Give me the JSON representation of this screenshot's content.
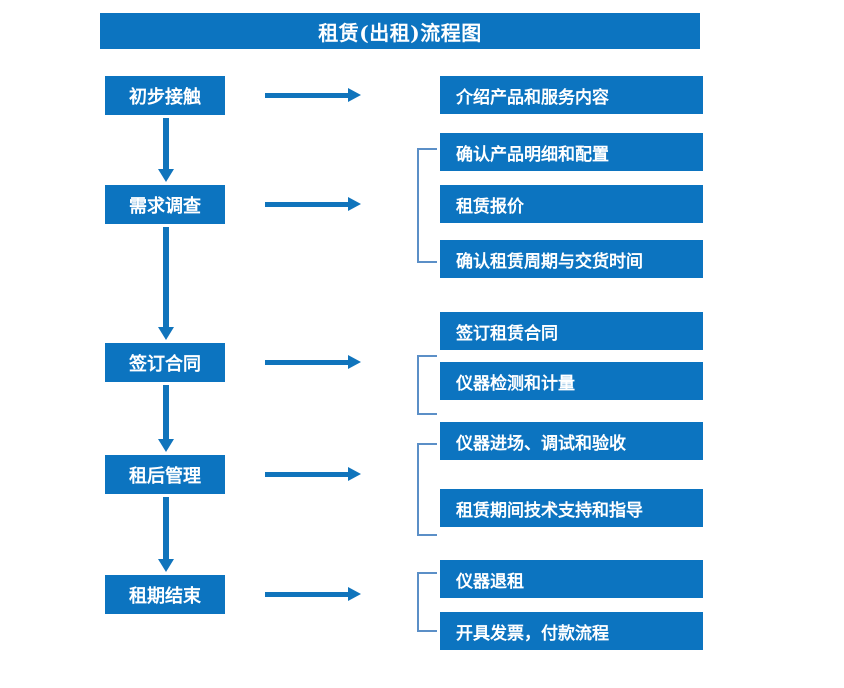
{
  "document": {
    "title": "租赁(出租)流程图",
    "colors": {
      "box_fill": "#0C74C0",
      "box_text": "#FFFFFF",
      "arrow": "#1074BC",
      "bracket": "#5B8FC7",
      "background": "#FFFFFF"
    }
  },
  "stages": [
    {
      "id": "stage-1",
      "label": "初步接触"
    },
    {
      "id": "stage-2",
      "label": "需求调查"
    },
    {
      "id": "stage-3",
      "label": "签订合同"
    },
    {
      "id": "stage-4",
      "label": "租后管理"
    },
    {
      "id": "stage-5",
      "label": "租期结束"
    }
  ],
  "details": [
    {
      "id": "detail-1-1",
      "label": "介绍产品和服务内容"
    },
    {
      "id": "detail-2-1",
      "label": "确认产品明细和配置"
    },
    {
      "id": "detail-2-2",
      "label": "租赁报价"
    },
    {
      "id": "detail-2-3",
      "label": "确认租赁周期与交货时间"
    },
    {
      "id": "detail-3-1",
      "label": "签订租赁合同"
    },
    {
      "id": "detail-3-2",
      "label": "仪器检测和计量"
    },
    {
      "id": "detail-4-1",
      "label": "仪器进场、调试和验收"
    },
    {
      "id": "detail-4-2",
      "label": "租赁期间技术支持和指导"
    },
    {
      "id": "detail-5-1",
      "label": "仪器退租"
    },
    {
      "id": "detail-5-2",
      "label": "开具发票，付款流程"
    }
  ],
  "chart_data": {
    "type": "diagram",
    "title": "租赁(出租)流程图",
    "orientation": "vertical-process-with-side-details",
    "nodes": [
      {
        "stage": "初步接触",
        "order": 1,
        "details": [
          "介绍产品和服务内容"
        ],
        "bracketed": false
      },
      {
        "stage": "需求调查",
        "order": 2,
        "details": [
          "确认产品明细和配置",
          "租赁报价",
          "确认租赁周期与交货时间"
        ],
        "bracketed": true
      },
      {
        "stage": "签订合同",
        "order": 3,
        "details": [
          "签订租赁合同",
          "仪器检测和计量"
        ],
        "bracketed": true
      },
      {
        "stage": "租后管理",
        "order": 4,
        "details": [
          "仪器进场、调试和验收",
          "租赁期间技术支持和指导"
        ],
        "bracketed": true
      },
      {
        "stage": "租期结束",
        "order": 5,
        "details": [
          "仪器退租",
          "开具发票，付款流程"
        ],
        "bracketed": true
      }
    ],
    "edges": [
      {
        "from": "初步接触",
        "to": "需求调查",
        "kind": "vertical-arrow"
      },
      {
        "from": "需求调查",
        "to": "签订合同",
        "kind": "vertical-arrow"
      },
      {
        "from": "签订合同",
        "to": "租后管理",
        "kind": "vertical-arrow"
      },
      {
        "from": "租后管理",
        "to": "租期结束",
        "kind": "vertical-arrow"
      },
      {
        "from": "初步接触",
        "to": "介绍产品和服务内容",
        "kind": "horizontal-arrow"
      },
      {
        "from": "需求调查",
        "to": "确认产品明细和配置",
        "kind": "horizontal-arrow"
      },
      {
        "from": "签订合同",
        "to": "签订租赁合同",
        "kind": "horizontal-arrow"
      },
      {
        "from": "租后管理",
        "to": "仪器进场、调试和验收",
        "kind": "horizontal-arrow"
      },
      {
        "from": "租期结束",
        "to": "仪器退租",
        "kind": "horizontal-arrow"
      }
    ]
  }
}
